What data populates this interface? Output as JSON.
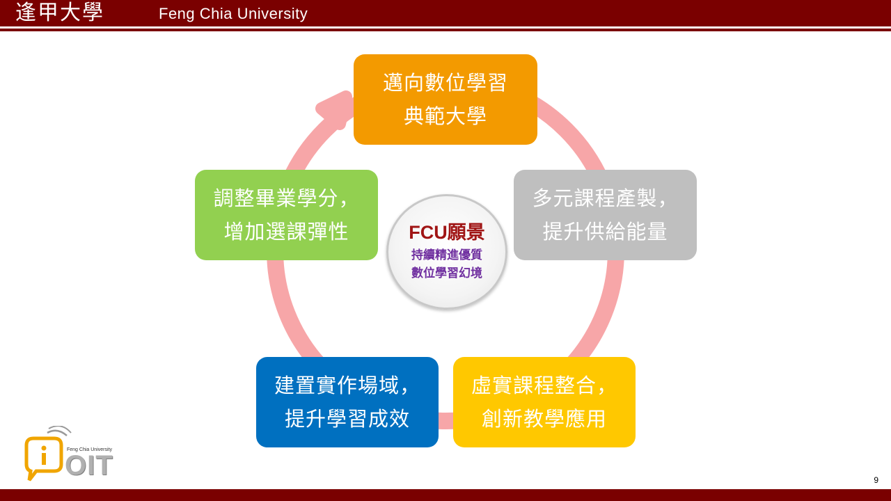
{
  "header": {
    "title_cn": "逢甲大學",
    "title_en": "Feng Chia University"
  },
  "center": {
    "title": "FCU願景",
    "line1": "持續精進優質",
    "line2": "數位學習幻境"
  },
  "nodes": [
    {
      "line1": "邁向數位學習",
      "line2": "典範大學",
      "color": "#f39a00"
    },
    {
      "line1": "多元課程產製，",
      "line2": "提升供給能量",
      "color": "#bfbfbf"
    },
    {
      "line1": "虛實課程整合，",
      "line2": "創新教學應用",
      "color": "#ffc800"
    },
    {
      "line1": "建置實作場域，",
      "line2": "提升學習成效",
      "color": "#0070c0"
    },
    {
      "line1": "調整畢業學分，",
      "line2": "增加選課彈性",
      "color": "#92d050"
    }
  ],
  "cycle_color": "#f7a6a8",
  "logo": {
    "small_text": "Feng Chia University",
    "text": "OIT"
  },
  "page_number": "9"
}
